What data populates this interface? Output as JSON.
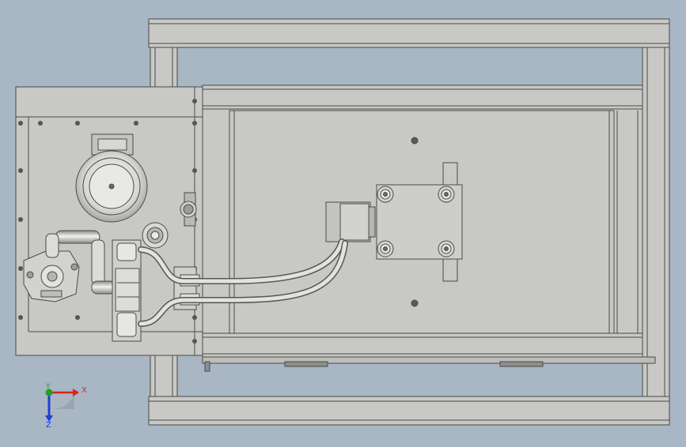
{
  "viewport": {
    "background": "#a9b6c4",
    "body_fill": "#c8c8c5",
    "edge_color": "#4a4a4a"
  },
  "triad": {
    "x_label": "X",
    "y_label": "Y",
    "z_label": "Z",
    "x_color": "#e02020",
    "y_color": "#20a020",
    "z_color": "#2040d0"
  }
}
